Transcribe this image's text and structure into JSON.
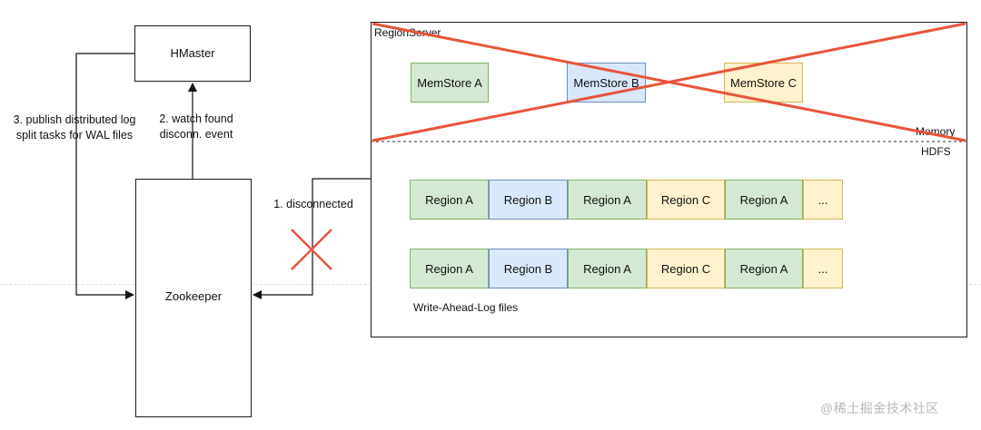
{
  "nodes": {
    "hmaster": "HMaster",
    "zookeeper": "Zookeeper",
    "region_server": "RegionServer"
  },
  "edges": {
    "publish": [
      "3. publish distributed log",
      "split tasks for WAL files"
    ],
    "watch": [
      "2. watch found",
      "disconn. event"
    ],
    "disconnected": "1. disconnected"
  },
  "memory": {
    "label": "Memory",
    "memstores": [
      {
        "label": "MemStore A",
        "color": "green"
      },
      {
        "label": "MemStore B",
        "color": "blue"
      },
      {
        "label": "MemStore C",
        "color": "yellow"
      }
    ]
  },
  "hdfs": {
    "label": "HDFS",
    "wal_label": "Write-Ahead-Log files",
    "rows": [
      [
        {
          "label": "Region A",
          "color": "green"
        },
        {
          "label": "Region B",
          "color": "blue"
        },
        {
          "label": "Region A",
          "color": "green"
        },
        {
          "label": "Region C",
          "color": "yellow"
        },
        {
          "label": "Region A",
          "color": "green"
        },
        {
          "label": "...",
          "color": "yellow"
        }
      ],
      [
        {
          "label": "Region A",
          "color": "green"
        },
        {
          "label": "Region B",
          "color": "blue"
        },
        {
          "label": "Region A",
          "color": "green"
        },
        {
          "label": "Region C",
          "color": "yellow"
        },
        {
          "label": "Region A",
          "color": "green"
        },
        {
          "label": "...",
          "color": "yellow"
        }
      ]
    ]
  },
  "colors": {
    "cross": "#e8553b",
    "green_fill": "#d5e8d4",
    "blue_fill": "#dae8fc",
    "yellow_fill": "#fff2cc"
  },
  "watermark": "@稀土掘金技术社区"
}
